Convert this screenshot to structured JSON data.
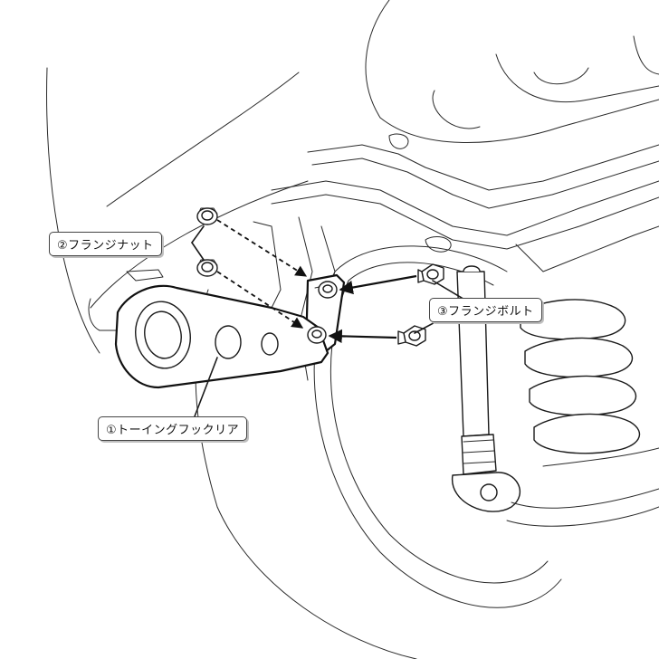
{
  "labels": {
    "flange_nut": "②フランジナット",
    "flange_bolt": "③フランジボルト",
    "towing_hook": "①トーイングフックリア"
  },
  "colors": {
    "line": "#1a1a1a",
    "shadow": "#bfbfbf",
    "background": "#ffffff"
  }
}
